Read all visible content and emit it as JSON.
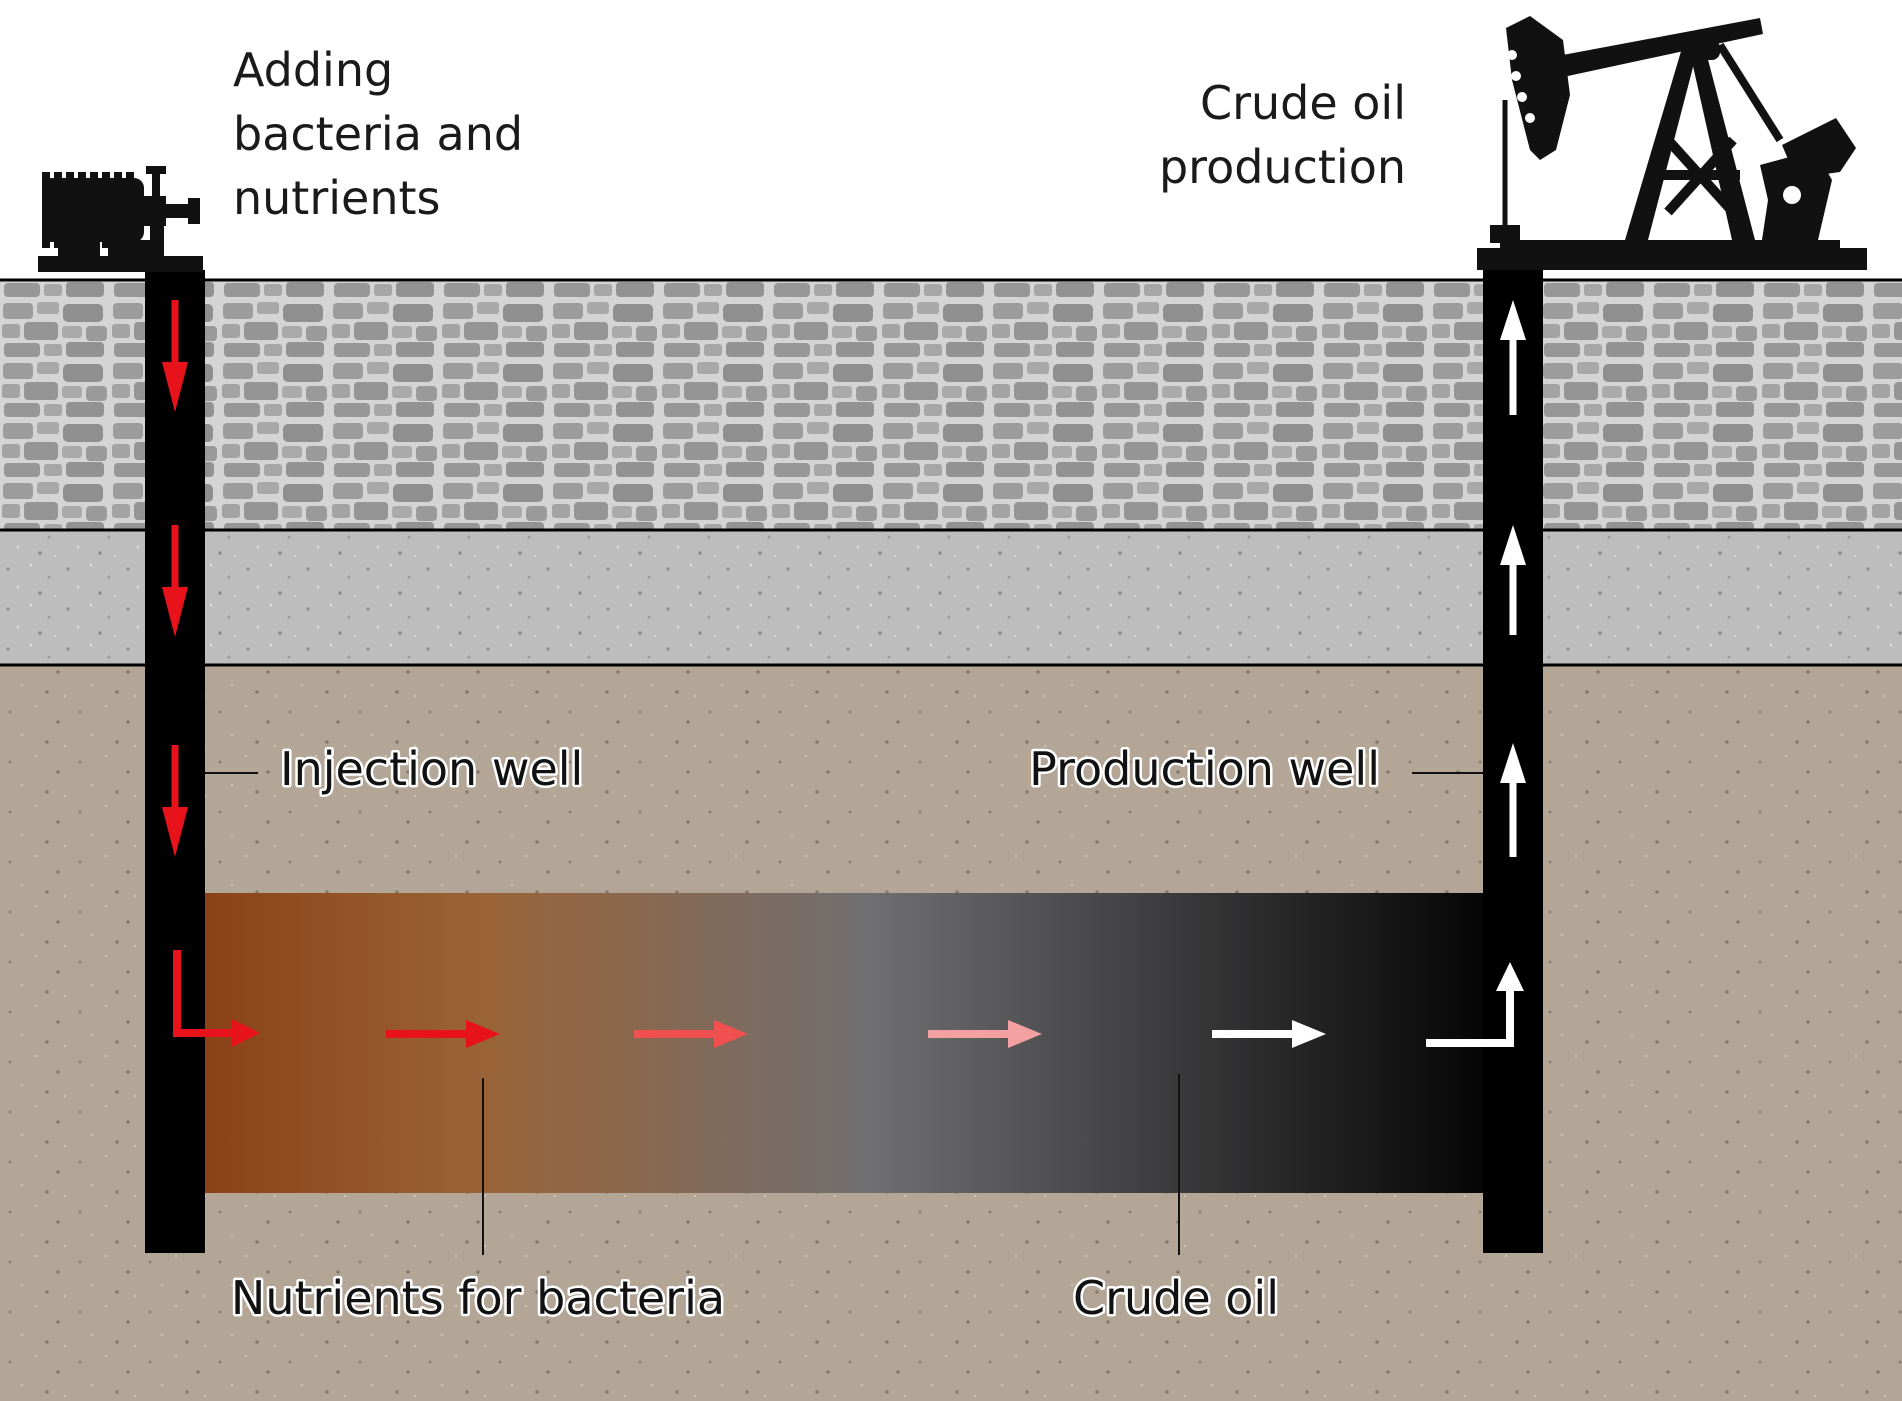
{
  "labels": {
    "adding": [
      "Adding",
      "bacteria and",
      "nutrients"
    ],
    "production_top": [
      "Crude oil",
      "production"
    ],
    "injection_well": "Injection well",
    "production_well": "Production well",
    "nutrients": "Nutrients for bacteria",
    "crude_oil": "Crude oil"
  },
  "colors": {
    "rock_layer": "#cfcfcf",
    "stone": "#9a9a9a",
    "gravel_layer": "#b9b9b9",
    "sand_layer": "#b2a596",
    "reservoir_start": "#8a4217",
    "reservoir_mid": "#6f6f72",
    "reservoir_end": "#050505",
    "injection_arrow": "#e8121a",
    "production_arrow": "#ffffff",
    "well": "#000000"
  },
  "icons": {
    "injection_pump": "motor-pump-icon",
    "oil_pumpjack": "oil-pumpjack-icon"
  }
}
